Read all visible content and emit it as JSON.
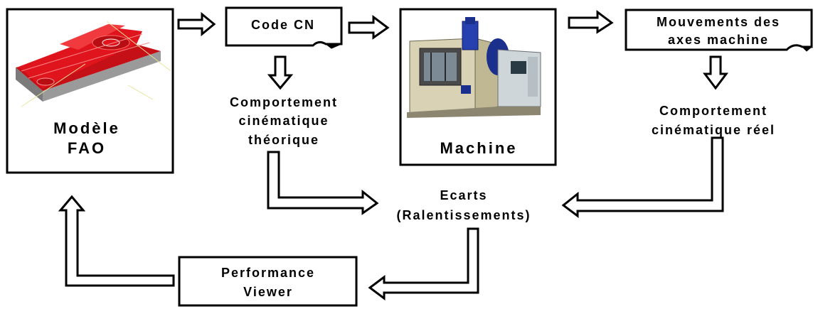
{
  "nodes": {
    "modele_line1": "Modèle",
    "modele_line2": "FAO",
    "code_cn": "Code CN",
    "machine": "Machine",
    "mouvements_line1": "Mouvements des",
    "mouvements_line2": "axes machine",
    "comp_theorique_line1": "Comportement",
    "comp_theorique_line2": "cinématique",
    "comp_theorique_line3": "théorique",
    "comp_reel_line1": "Comportement",
    "comp_reel_line2": "cinématique réel",
    "ecarts_line1": "Ecarts",
    "ecarts_line2": "(Ralentissements)",
    "performance_line1": "Performance",
    "performance_line2": "Viewer"
  },
  "images": {
    "cad_model": "cad-part-icon",
    "machine_tool": "machine-tool-icon"
  },
  "colors": {
    "cad_red": "#e0141c",
    "cad_gray": "#8a8a8a",
    "machine_body": "#d9d2b4",
    "machine_sky": "#1b2f8c"
  }
}
